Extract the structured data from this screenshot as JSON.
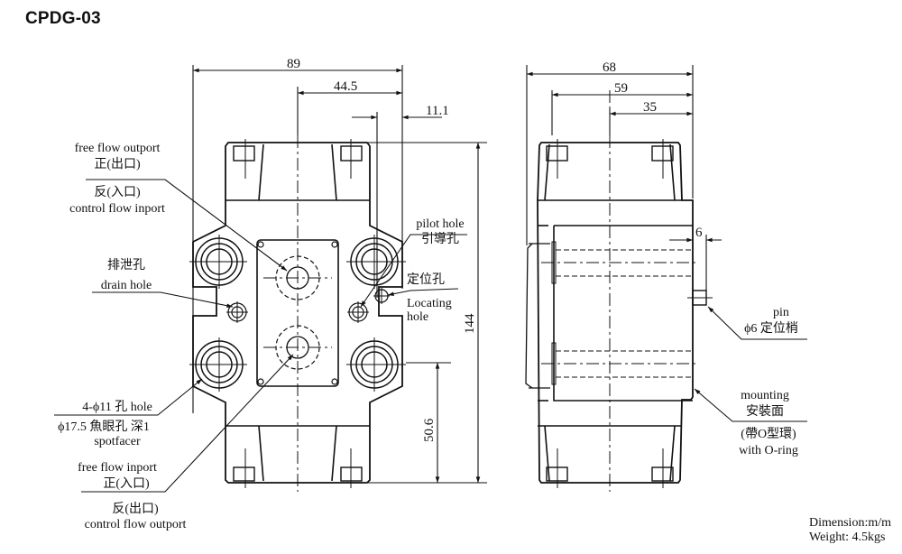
{
  "title": "CPDG-03",
  "front_view": {
    "dimensions": {
      "width_total": "89",
      "half_width": "44.5",
      "pilot_offset": "11.1",
      "height_total": "144",
      "port_height": "50.6"
    },
    "labels": {
      "free_flow_outport_en": "free flow outport",
      "free_flow_outport_zh": "正(出口)",
      "control_flow_inport_zh": "反(入口)",
      "control_flow_inport_en": "control flow inport",
      "drain_hole_zh": "排泄孔",
      "drain_hole_en": "drain hole",
      "mounting_hole_line1": "4-ϕ11 孔 hole",
      "mounting_hole_line2": "ϕ17.5 魚眼孔 深1",
      "mounting_hole_line3": "spotfacer",
      "free_flow_inport_en": "free flow inport",
      "free_flow_inport_zh": "正(入口)",
      "control_flow_outport_zh": "反(出口)",
      "control_flow_outport_en": "control flow outport",
      "pilot_hole_en": "pilot hole",
      "pilot_hole_zh": "引導孔",
      "locating_hole_zh": "定位孔",
      "locating_hole_en1": "Locating",
      "locating_hole_en2": "hole"
    }
  },
  "side_view": {
    "dimensions": {
      "depth_total": "68",
      "depth_body": "59",
      "depth_center": "35",
      "pin_length": "6"
    },
    "labels": {
      "pin_en": "pin",
      "pin_zh": "ϕ6 定位梢",
      "mounting_en": "mounting",
      "mounting_zh": "安裝面",
      "oring_zh": "(帶O型環)",
      "oring_en": "with O-ring"
    }
  },
  "footer": {
    "dimension": "Dimension:m/m",
    "weight": "Weight: 4.5kgs"
  }
}
